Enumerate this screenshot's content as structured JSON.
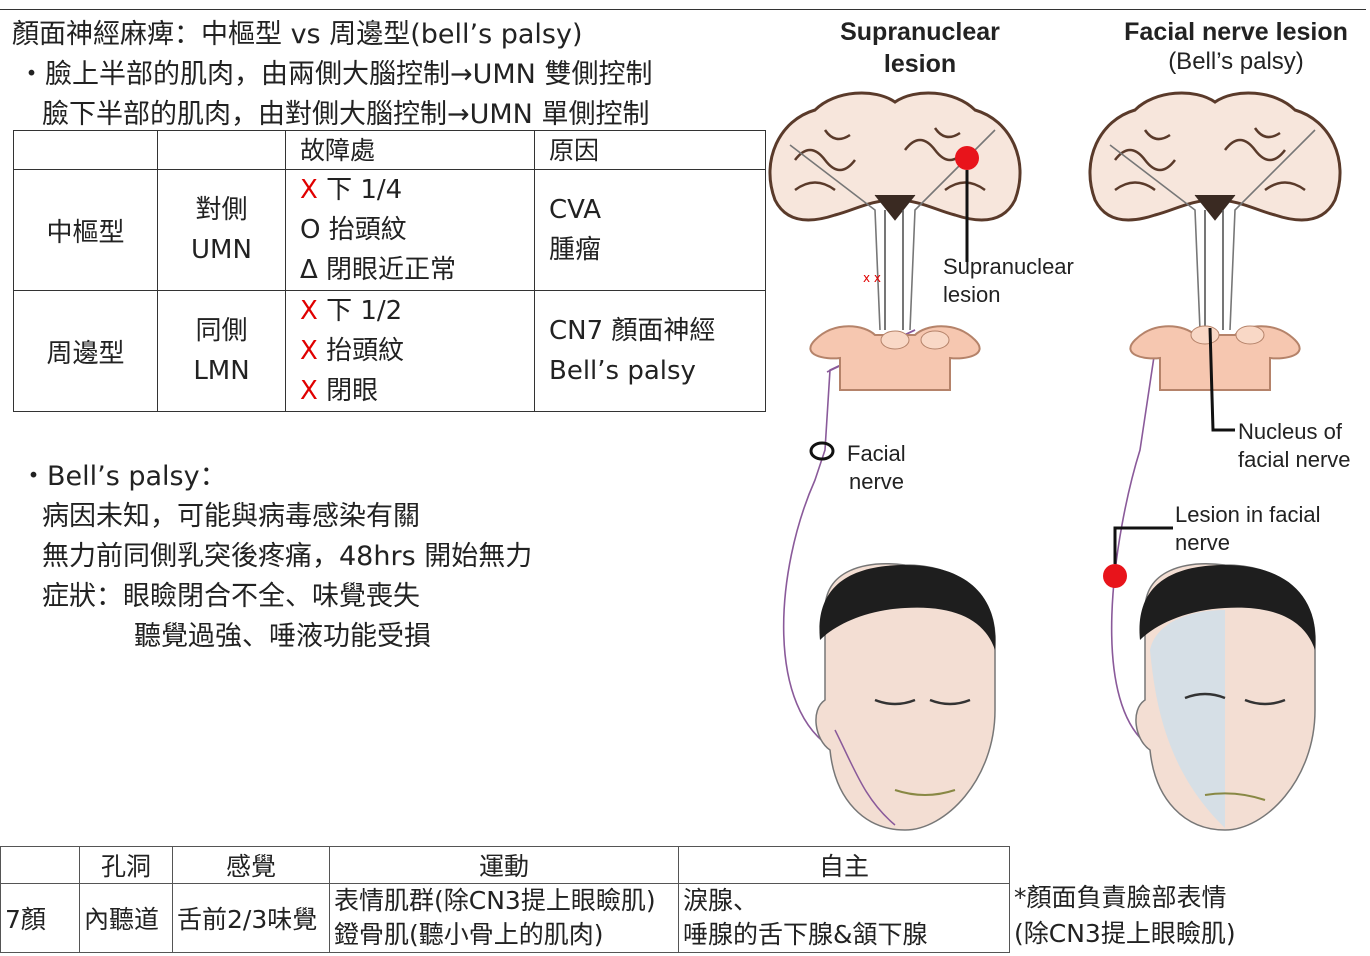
{
  "title": "顏面神經麻痺：中樞型 vs 周邊型(bell’s palsy)",
  "bullets": {
    "b1": "・臉上半部的肌肉，由兩側大腦控制→UMN 雙側控制",
    "b2": "臉下半部的肌肉，由對側大腦控制→UMN 單側控制"
  },
  "table": {
    "headers": [
      "",
      "",
      "故障處",
      "原因"
    ],
    "rows": [
      {
        "type": "中樞型",
        "side": "對側",
        "neuron": "UMN",
        "findings": [
          {
            "mark": "X",
            "text": " 下 1/4"
          },
          {
            "mark": "O",
            "text": " 抬頭紋"
          },
          {
            "mark": "Δ",
            "text": " 閉眼近正常"
          }
        ],
        "causes": [
          "CVA",
          "腫瘤"
        ]
      },
      {
        "type": "周邊型",
        "side": "同側",
        "neuron": "LMN",
        "findings": [
          {
            "mark": "X",
            "text": " 下 1/2"
          },
          {
            "mark": "X",
            "text": " 抬頭紋"
          },
          {
            "mark": "X",
            "text": " 閉眼"
          }
        ],
        "causes": [
          "CN7 顏面神經",
          "Bell’s palsy"
        ]
      }
    ]
  },
  "bells": {
    "heading": "・Bell’s palsy：",
    "l1": "病因未知，可能與病毒感染有關",
    "l2": "無力前同側乳突後疼痛，48hrs 開始無力",
    "l3": "症狀：眼瞼閉合不全、味覺喪失",
    "l4": "聽覺過強、唾液功能受損"
  },
  "figure": {
    "left_title_1": "Supranuclear",
    "left_title_2": "lesion",
    "right_title": "Facial nerve lesion",
    "right_sub": "(Bell’s palsy)",
    "lbl_supra_1": "Supranuclear",
    "lbl_supra_2": "lesion",
    "lbl_facial_1": "Facial",
    "lbl_facial_2": "nerve",
    "lbl_nucleus_1": "Nucleus of",
    "lbl_nucleus_2": "facial nerve",
    "lbl_lesion_1": "Lesion in facial",
    "lbl_lesion_2": "nerve"
  },
  "bottom_table": {
    "headers": [
      "",
      "孔洞",
      "感覺",
      "運動",
      "自主"
    ],
    "row": {
      "name": "7顏",
      "foramen": "內聽道",
      "sensory": "舌前2/3味覺",
      "motor_1": "表情肌群(除CN3提上眼瞼肌)",
      "motor_2": "鐙骨肌(聽小骨上的肌肉)",
      "auto_1": "淚腺、",
      "auto_2": "唾腺的舌下腺&頷下腺"
    }
  },
  "note": {
    "l1": "*顏面負責臉部表情",
    "l2": "(除CN3提上眼瞼肌)"
  },
  "colors": {
    "red_mark": "#e00000",
    "lesion_red": "#e8141b",
    "brain_outline": "#5a3a2a",
    "brainstem_pink": "#f6c7b0"
  }
}
